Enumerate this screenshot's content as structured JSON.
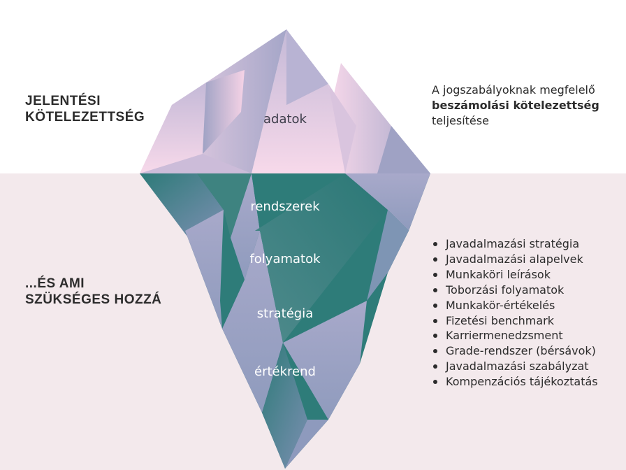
{
  "headings": {
    "top": [
      "JELENTÉSI",
      "KÖTELEZETTSÉG"
    ],
    "bottom": [
      "...ÉS AMI",
      "SZÜKSÉGES HOZZÁ"
    ]
  },
  "iceberg_labels": {
    "above": "adatok",
    "below": [
      "rendszerek",
      "folyamatok",
      "stratégia",
      "értékrend"
    ]
  },
  "description": {
    "line1": "A jogszabályoknak megfelelő",
    "line2_bold": "beszámolási kötelezettség",
    "line3": "teljesítése"
  },
  "bullets": [
    "Javadalmazási stratégia",
    "Javadalmazási alapelvek",
    "Munkaköri leírások",
    "Toborzási folyamatok",
    "Munkakör-értékelés",
    "Fizetési benchmark",
    "Karriermenedzsment",
    "Grade-rendszer (bérsávok)",
    "Javadalmazási szabályzat",
    "Kompenzációs tájékoztatás"
  ],
  "colors": {
    "tip_pink": "#f7d6e9",
    "tip_lavender": "#a3a5c7",
    "underwater_teal": "#2e7c79",
    "underwater_lavender": "#a7a8c9",
    "bottom_background": "#f3e9ec"
  }
}
